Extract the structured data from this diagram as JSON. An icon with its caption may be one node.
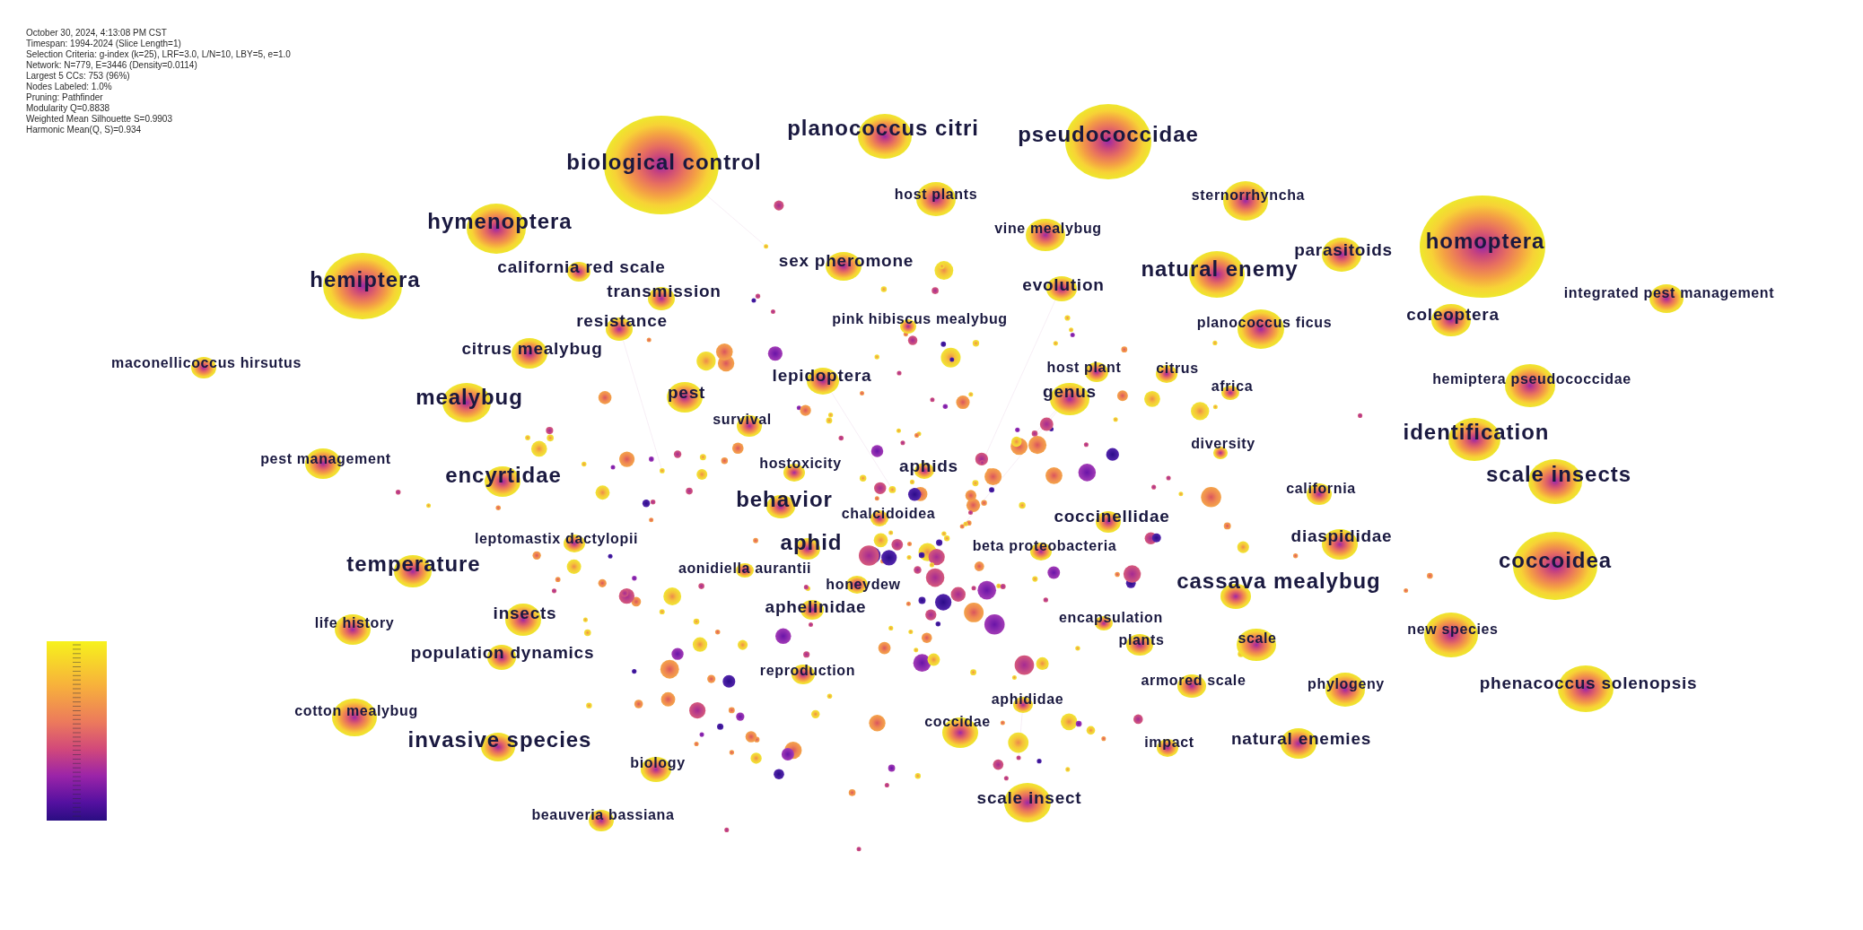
{
  "diagram": {
    "nodes": [
      {
        "text": [
          "planococcus citri"
        ]
      },
      {
        "text": [
          "pseudococcidae"
        ]
      },
      {
        "text": [
          "biological control"
        ]
      },
      {
        "text": [
          "host plants"
        ]
      },
      {
        "text": [
          "sternorrhyncha"
        ]
      },
      {
        "text": [
          "hymenoptera"
        ]
      },
      {
        "text": [
          "vine mealybug"
        ]
      },
      {
        "text": [
          "homoptera"
        ]
      },
      {
        "text": [
          "parasitoids"
        ]
      },
      {
        "text": [
          "california red scale"
        ]
      },
      {
        "text": [
          "sex pheromone"
        ]
      },
      {
        "text": [
          "natural enemy"
        ]
      },
      {
        "text": [
          "hemiptera"
        ]
      },
      {
        "text": [
          "evolution"
        ]
      },
      {
        "text": [
          "transmission"
        ]
      },
      {
        "text": [
          "integrated pest management"
        ]
      },
      {
        "text": [
          "coleoptera"
        ]
      },
      {
        "text": [
          "resistance"
        ]
      },
      {
        "text": [
          "pink hibiscus mealybug"
        ]
      },
      {
        "text": [
          "planococcus ficus"
        ]
      },
      {
        "text": [
          "citrus mealybug"
        ]
      },
      {
        "text": [
          "maconellicoccus hirsutus"
        ]
      },
      {
        "text": [
          "host plant"
        ]
      },
      {
        "text": [
          "citrus"
        ]
      },
      {
        "text": [
          "lepidoptera"
        ]
      },
      {
        "text": [
          "hemiptera pseudococcidae"
        ]
      },
      {
        "text": [
          "africa"
        ]
      },
      {
        "text": [
          "pest"
        ]
      },
      {
        "text": [
          "genus"
        ]
      },
      {
        "text": [
          "mealybug"
        ]
      },
      {
        "text": [
          "survival"
        ]
      },
      {
        "text": [
          "identification"
        ]
      },
      {
        "text": [
          "diversity"
        ]
      },
      {
        "text": [
          "pest management"
        ]
      },
      {
        "text": [
          "hostoxicity"
        ]
      },
      {
        "text": [
          "aphids"
        ]
      },
      {
        "text": [
          "encyrtidae"
        ]
      },
      {
        "text": [
          "scale insects"
        ]
      },
      {
        "text": [
          "california"
        ]
      },
      {
        "text": [
          "behavior"
        ]
      },
      {
        "text": [
          "chalcidoidea"
        ]
      },
      {
        "text": [
          "coccinellidae"
        ]
      },
      {
        "text": [
          "diaspididae"
        ]
      },
      {
        "text": [
          "leptomastix dactylopii"
        ]
      },
      {
        "text": [
          "aphid"
        ]
      },
      {
        "text": [
          "beta proteobacteria"
        ]
      },
      {
        "text": [
          "coccoidea"
        ]
      },
      {
        "text": [
          "temperature"
        ]
      },
      {
        "text": [
          "aonidiella aurantii"
        ]
      },
      {
        "text": [
          "cassava mealybug"
        ]
      },
      {
        "text": [
          "honeydew"
        ]
      },
      {
        "text": [
          "aphelinidae"
        ]
      },
      {
        "text": [
          "insects"
        ]
      },
      {
        "text": [
          "encapsulation"
        ]
      },
      {
        "text": [
          "life history"
        ]
      },
      {
        "text": [
          "new species"
        ]
      },
      {
        "text": [
          "plants"
        ]
      },
      {
        "text": [
          "scale"
        ]
      },
      {
        "text": [
          "population dynamics"
        ]
      },
      {
        "text": [
          "reproduction"
        ]
      },
      {
        "text": [
          "armored scale"
        ]
      },
      {
        "text": [
          "phylogeny"
        ]
      },
      {
        "text": [
          "phenacoccus solenopsis"
        ]
      },
      {
        "text": [
          "aphididae"
        ]
      },
      {
        "text": [
          "cotton mealybug"
        ]
      },
      {
        "text": [
          "coccidae"
        ]
      },
      {
        "text": [
          "invasive species"
        ]
      },
      {
        "text": [
          "natural enemies"
        ]
      },
      {
        "text": [
          "impact"
        ]
      },
      {
        "text": [
          "biology"
        ]
      },
      {
        "text": [
          "scale insect"
        ]
      },
      {
        "text": [
          "beauveria bassiana"
        ]
      }
    ],
    "labels": [
      "October 30, 2024, 4:13:08 PM CST",
      "Timespan: 1994-2024 (Slice Length=1)",
      "Selection Criteria: g-index (k=25), LRF=3.0, L/N=10, LBY=5, e=1.0",
      "Network: N=779, E=3446 (Density=0.0114)",
      "Largest 5 CCs: 753 (96%)",
      "Nodes Labeled: 1.0%",
      "Pruning: Pathfinder",
      "Modularity Q=0.8838",
      "Weighted Mean Silhouette S=0.9903",
      "Harmonic Mean(Q, S)=0.934"
    ]
  }
}
